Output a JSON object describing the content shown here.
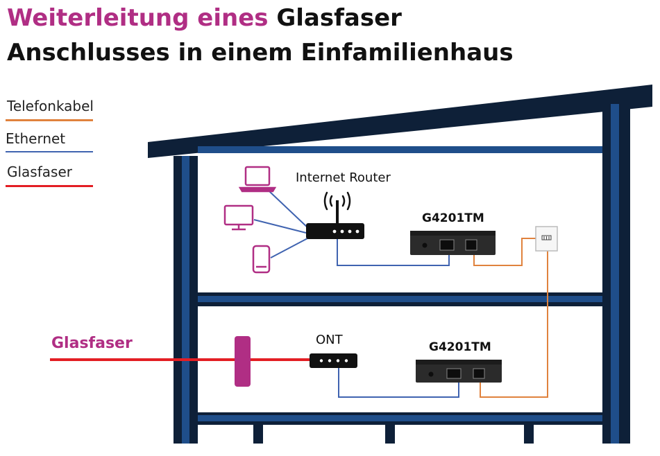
{
  "title": {
    "line1_accent": "Weiterleitung eines",
    "line1_rest": "Glasfaser",
    "line2": "Anschlusses in einem Einfamilienhaus"
  },
  "legend": [
    {
      "label": "Telefonkabel",
      "color": "#e0823d"
    },
    {
      "label": "Ethernet",
      "color": "#3f63b0"
    },
    {
      "label": "Glasfaser",
      "color": "#e31e24"
    }
  ],
  "labels": {
    "router": "Internet Router",
    "device_upper": "G4201TM",
    "device_lower": "G4201TM",
    "ont": "ONT",
    "fiber_incoming": "Glasfaser"
  },
  "colors": {
    "accent": "#b02e84",
    "house_dark": "#0e2038",
    "house_blue": "#1f4e8a",
    "telefon": "#e0823d",
    "ethernet": "#3f63b0",
    "fiber": "#e31e24",
    "device_purple": "#b02e84"
  },
  "icons": [
    "laptop-icon",
    "monitor-icon",
    "smartphone-icon",
    "wifi-router-icon",
    "ont-icon",
    "phone-socket-icon",
    "fiber-connector-icon"
  ]
}
